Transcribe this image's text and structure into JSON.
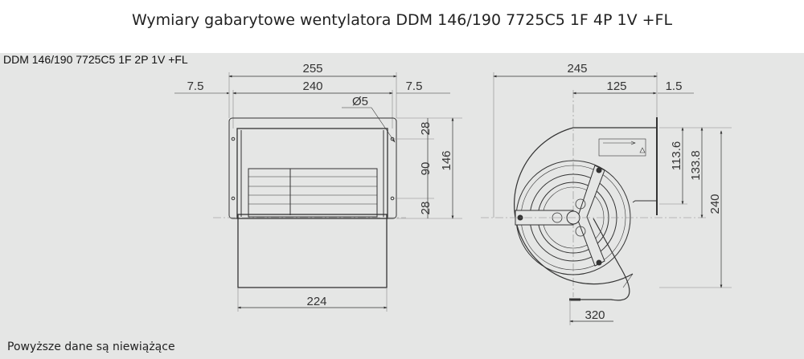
{
  "title": "Wymiary gabarytowe wentylatora DDM 146/190 7725C5 1F 4P 1V +FL",
  "model_label": "DDM 146/190 7725C5 1F 2P 1V +FL",
  "disclaimer": "Powyższe dane są niewiążące",
  "front_view": {
    "overall_width": "255",
    "inner_width": "240",
    "margin_left": "7.5",
    "margin_right": "7.5",
    "hole_diameter": "Ø5",
    "top_offset": "28",
    "hole_spacing": "90",
    "bottom_offset": "28",
    "flange_height": "146",
    "housing_width": "224"
  },
  "side_view": {
    "overall_width": "245",
    "axis_to_flange": "125",
    "flange_thickness": "1.5",
    "outlet_height": "113.6",
    "axis_height": "133.8",
    "overall_height": "240",
    "cable_length": "320"
  }
}
